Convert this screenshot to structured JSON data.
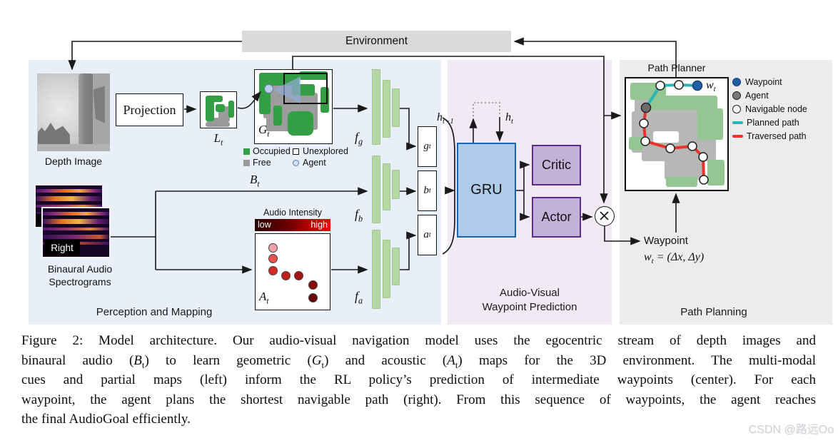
{
  "environment_label": "Environment",
  "perception": {
    "section_label": "Perception and Mapping",
    "depth_image_label": "Depth Image",
    "projection": "Projection",
    "lt": "L_t",
    "gt": "G_t",
    "bt": "B_t",
    "at": "A_t",
    "map_legend": {
      "occupied": "Occupied",
      "free": "Free",
      "unexplored": "Unexplored",
      "agent": "Agent"
    },
    "spectrogram_label": "Right",
    "spectrograms_caption": [
      "Binaural Audio",
      "Spectrograms"
    ],
    "audio_intensity": {
      "title": "Audio Intensity",
      "low": "low",
      "high": "high"
    },
    "encoder_fg": "f_g",
    "encoder_fb": "f_b",
    "encoder_fa": "f_a"
  },
  "prediction": {
    "section_label": [
      "Audio-Visual",
      "Waypoint Prediction"
    ],
    "feat_g": "g_t",
    "feat_b": "b_t",
    "feat_a": "a_t",
    "h_prev": "h_{t−1}",
    "h_next": "h_t",
    "gru": "GRU",
    "critic": "Critic",
    "actor": "Actor",
    "multiply_symbol": "✕"
  },
  "planning": {
    "section_label": "Path Planning",
    "planner_title": "Path Planner",
    "wt": "w_t",
    "legend": [
      {
        "label": "Waypoint",
        "icon": "circle",
        "color": "#1f5fa8"
      },
      {
        "label": "Agent",
        "icon": "circle",
        "color": "#787878"
      },
      {
        "label": "Navigable node",
        "icon": "circle",
        "color": "#ffffff"
      },
      {
        "label": "Planned path",
        "icon": "line",
        "color": "#2ab5b8"
      },
      {
        "label": "Traversed path",
        "icon": "line",
        "color": "#e8342c"
      }
    ],
    "waypoint_out": "Waypoint",
    "wt_equation": "w_t = (Δx, Δy)"
  },
  "caption_lines": [
    "Figure 2: Model architecture. Our audio-visual navigation model uses the egocentric stream of depth images and",
    "binaural audio (B_t) to learn geometric (G_t) and acoustic (A_t) maps for the 3D environment. The multi-modal",
    "cues and partial maps (left) inform the RL policy’s prediction of intermediate waypoints (center). For each",
    "waypoint, the agent plans the shortest navigable path (right). From this sequence of waypoints, the agent reaches",
    "the final AudioGoal efficiently."
  ],
  "watermark": "CSDN @路远Oo",
  "colors": {
    "section_perception_bg": "#e9eff8",
    "section_prediction_bg": "#f1e9f3",
    "section_planning_bg": "#ececec",
    "environment_bg": "#d9d9d9",
    "occupied_green": "#339e43",
    "free_gray": "#9a9a9a",
    "planner_green": "#93c693",
    "planner_gray": "#b7b7b7",
    "encoder_green": "#b5d7a3",
    "gru_fill": "#aecbe9",
    "gru_border": "#1565b0",
    "actor_critic_fill": "#c3b1da",
    "actor_critic_border": "#5b2d8e",
    "waypoint_blue": "#1f5fa8",
    "planned_path_teal": "#2ab5b8",
    "traversed_path_red": "#e8342c"
  }
}
